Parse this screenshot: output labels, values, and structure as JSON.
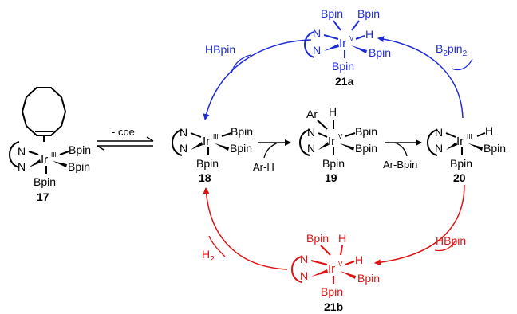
{
  "colors": {
    "black": "#000000",
    "blue": "#1f2bd6",
    "red": "#e01212"
  },
  "ligands": {
    "N": "N",
    "Bpin": "Bpin",
    "H": "H",
    "Ar": "Ar",
    "B2pin2_main": "B",
    "B2pin2_sub1": "2",
    "B2pin2_mid": "pin",
    "B2pin2_sub2": "2",
    "H2_main": "H",
    "H2_sub": "2"
  },
  "metals": {
    "ir": "Ir",
    "ox_III": "III",
    "ox_V": "V"
  },
  "compounds": {
    "c17": "17",
    "c18": "18",
    "c19": "19",
    "c20": "20",
    "c21a": "21a",
    "c21b": "21b"
  },
  "reagents": {
    "coe": "- coe",
    "arh": "Ar-H",
    "arbpin": "Ar-Bpin",
    "hbpin": "HBpin"
  }
}
